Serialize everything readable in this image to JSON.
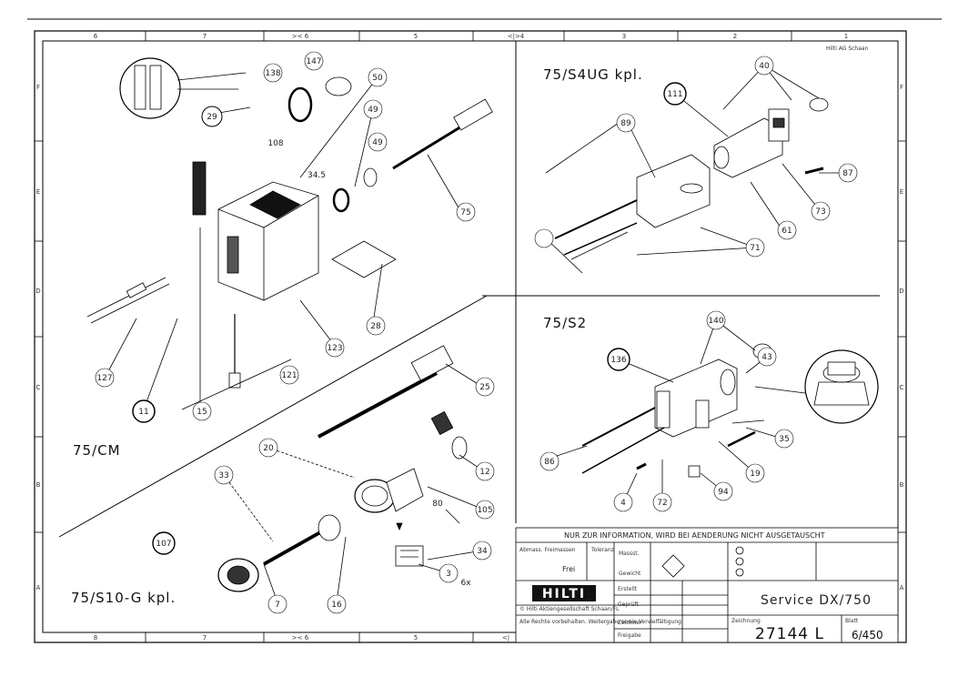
{
  "frame": {
    "top_cols": [
      "6",
      "7",
      ">< 6",
      "5",
      "<|>4",
      "3",
      "2",
      "1"
    ],
    "bottom_cols": [
      "8",
      "7",
      ">< 6",
      "5",
      "<|"
    ],
    "left_rows": [
      "F",
      "E",
      "D",
      "C",
      "B",
      "A"
    ],
    "right_rows": [
      "F",
      "E",
      "D",
      "C",
      "B",
      "A"
    ],
    "corner_note": "Hilti AG Schaan"
  },
  "sections": {
    "s4ug": "75/S4UG  kpl.",
    "s2": "75/S2",
    "cm": "75/CM",
    "s10g": "75/S10-G  kpl."
  },
  "parts": {
    "p138": "138",
    "p147": "147",
    "p50": "50",
    "p49a": "49",
    "p49b": "49",
    "p29": "29",
    "p108": "108",
    "p75": "75",
    "p345": "34.5",
    "p28": "28",
    "p123a": "123",
    "p121": "121",
    "p127": "127",
    "p11": "11",
    "p15": "15",
    "p40a": "40",
    "p111": "111",
    "p89": "89",
    "p87": "87",
    "p73": "73",
    "p61": "61",
    "p71": "71",
    "p140": "140",
    "p136": "136",
    "p43": "43",
    "p35": "35",
    "p86": "86",
    "p19": "19",
    "p94": "94",
    "p72": "72",
    "p4": "4",
    "p25": "25",
    "p20": "20",
    "p33": "33",
    "p12": "12",
    "p105": "105",
    "p80": "80",
    "p107": "107",
    "p34": "34",
    "p3": "3",
    "p16": "16",
    "p7": "7",
    "p6x": "6x"
  },
  "titleblock": {
    "notice": "NUR ZUR INFORMATION, WIRD BEI AENDERUNG NICHT AUSGETAUSCHT",
    "field_a": "Abmass. Freimassen",
    "field_b": "Frei",
    "field_c": "Toleranz",
    "field_d": "Massst.",
    "field_e": "Gewicht",
    "brand": "HILTI",
    "company_line": "© Hilti Aktiengesellschaft  Schaan/FL",
    "legal": "Alle Rechte vorbehalten. Weitergabe sowie Vervielfältigung",
    "row1": "Erstellt",
    "row2": "Geprüft",
    "row3": "Zeichner",
    "row4": "Freigabe",
    "product": "Service DX/750",
    "drawing_no": "27144 L",
    "page_no": "6/450",
    "zeichnung_label": "Zeichnung",
    "blatt_label": "Blatt"
  }
}
